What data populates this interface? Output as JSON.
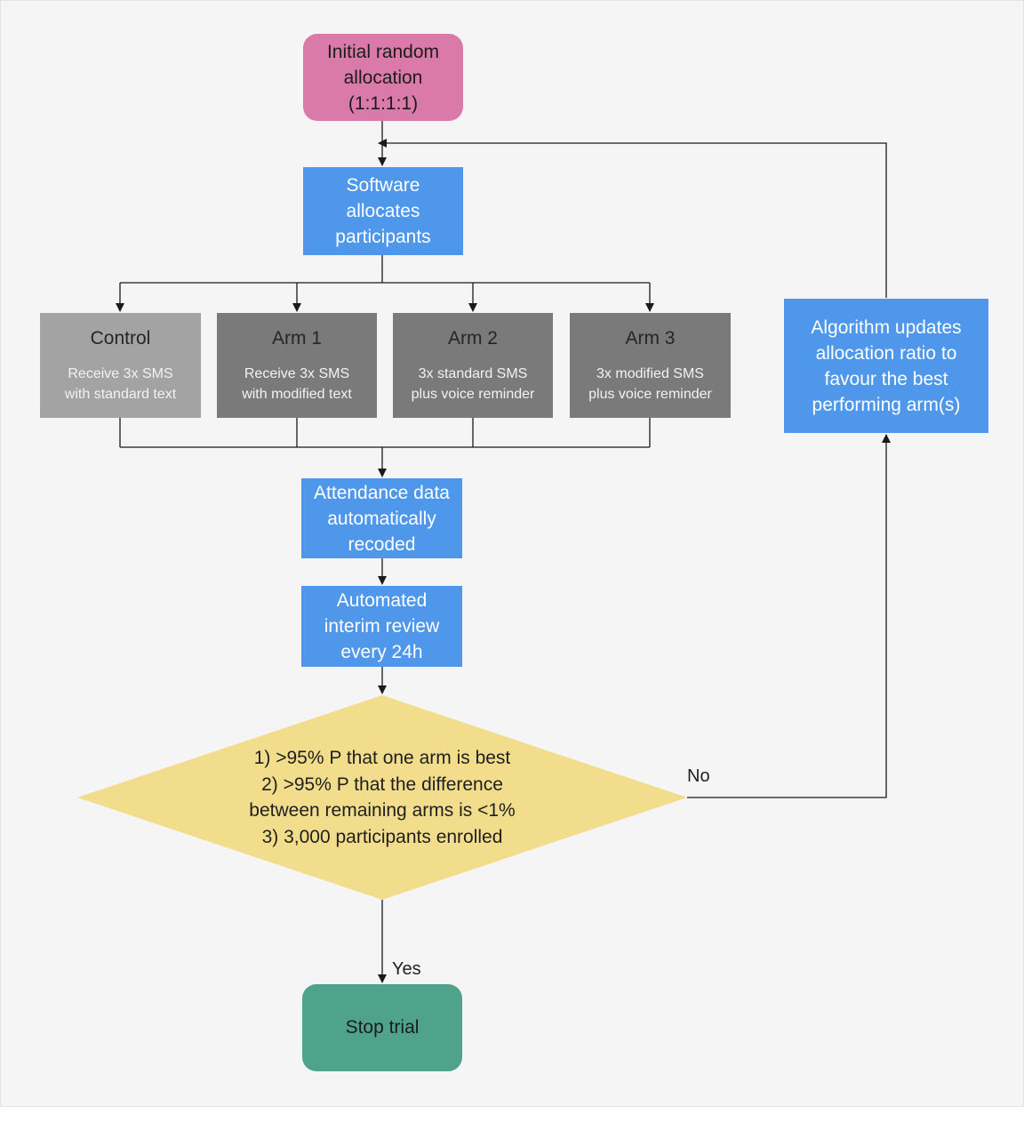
{
  "nodes": {
    "initial": "Initial random\nallocation\n(1:1:1:1)",
    "software": "Software\nallocates\nparticipants",
    "arms": [
      {
        "title": "Control",
        "desc": "Receive 3x SMS\nwith standard text"
      },
      {
        "title": "Arm 1",
        "desc": "Receive 3x SMS\nwith modified text"
      },
      {
        "title": "Arm 2",
        "desc": "3x standard SMS\nplus voice reminder"
      },
      {
        "title": "Arm 3",
        "desc": "3x modified SMS\nplus voice reminder"
      }
    ],
    "attendance": "Attendance data\nautomatically\nrecoded",
    "review": "Automated\ninterim review\nevery 24h",
    "decision": "1)  >95% P that one arm is best\n2) >95% P that the difference\nbetween remaining arms is <1%\n3) 3,000 participants enrolled",
    "algorithm": "Algorithm updates\nallocation ratio to\nfavour the best\nperforming arm(s)",
    "stop": "Stop trial"
  },
  "edges": {
    "no_label": "No",
    "yes_label": "Yes"
  },
  "colors": {
    "pink": "#d97aa9",
    "blue": "#4f97ea",
    "grey_light": "#a3a3a3",
    "grey_dark": "#7a7a7a",
    "yellow": "#f2dd8c",
    "green": "#4ea38a"
  }
}
